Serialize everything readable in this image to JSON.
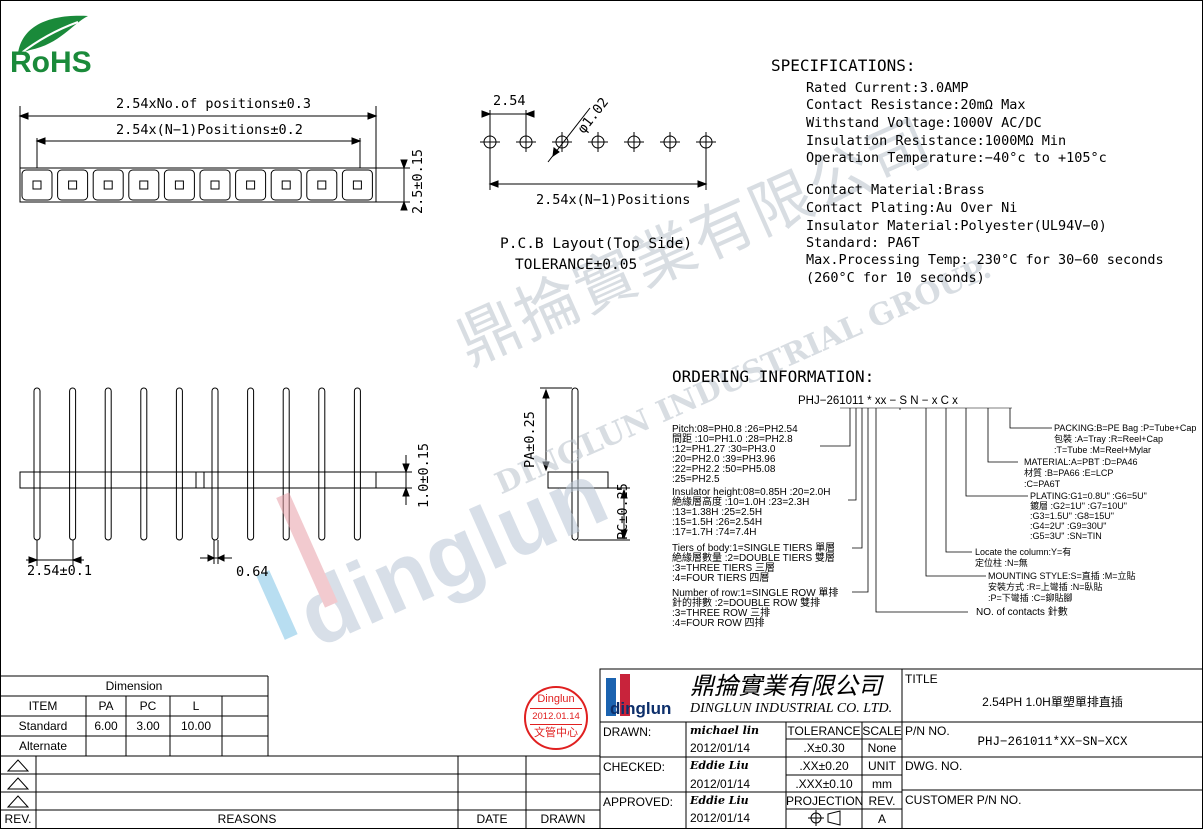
{
  "rohs_logo": {
    "text": "RoHS",
    "icon": "leaf-icon",
    "color": "#1a8a3a"
  },
  "front_view": {
    "overall_dim": "2.54xNo.of  positions±0.3",
    "inner_dim": "2.54x(N−1)Positions±0.2",
    "height_dim": "2.5±0.15"
  },
  "pcb_layout": {
    "pitch": "2.54",
    "hole": "φ1.02",
    "positions": "2.54x(N−1)Positions",
    "title": "P.C.B Layout(Top Side)",
    "tolerance": "TOLERANCE±0.05"
  },
  "side_view": {
    "pitch": "2.54±0.1",
    "pin": "0.64",
    "height": "1.0±0.15",
    "pa": "PA±0.25",
    "pc": "PC±0.25"
  },
  "specifications": {
    "heading": "SPECIFICATIONS:",
    "lines": [
      "Rated  Current:3.0AMP",
      "Contact  Resistance:20mΩ  Max",
      "Withstand  Voltage:1000V  AC/DC",
      "Insulation  Resistance:1000MΩ  Min",
      "Operation  Temperature:−40°c  to  +105°c"
    ],
    "lines2": [
      "Contact  Material:Brass",
      "Contact  Plating:Au  Over  Ni",
      "Insulator  Material:Polyester(UL94V−0)",
      "Standard:           PA6T",
      "Max.Processing  Temp:  230°C  for  30−60  seconds",
      "                      (260°C  for  10  seconds)"
    ]
  },
  "ordering": {
    "heading": "ORDERING  INFORMATION:",
    "code": "PHJ−261011 * xx − S  N − x   C   x",
    "pitch": [
      "Pitch:08=PH0.8  :26=PH2.54",
      "間距  :10=PH1.0  :28=PH2.8",
      "        :12=PH1.27 :30=PH3.0",
      "        :20=PH2.0  :39=PH3.96",
      "        :22=PH2.2  :50=PH5.08",
      "        :25=PH2.5"
    ],
    "height": [
      "Insulator  height:08=0.85H :20=2.0H",
      "絶緣層高度              :10=1.0H   :23=2.3H",
      "                            :13=1.38H :25=2.5H",
      "                            :15=1.5H   :26=2.54H",
      "                            :17=1.7H   :74=7.4H"
    ],
    "tiers": [
      "Tiers  of  body:1=SINGLE  TIERS  單層",
      "絶緣層數量       :2=DOUBLE  TIERS 雙層",
      "                        :3=THREE  TIERS    三層",
      "                        :4=FOUR  TIERS     四層"
    ],
    "rows": [
      "Number  of  row:1=SINGLE  ROW   單排",
      "針的排數          :2=DOUBLE  ROW  雙排",
      "                        :3=THREE  ROW    三排",
      "                        :4=FOUR  ROW      四排"
    ],
    "packing": [
      "PACKING:B=PE  Bag   :P=Tube+Cap",
      "包裝        :A=Tray        :R=Reel+Cap",
      "                :T=Tube       :M=Reel+Mylar"
    ],
    "material": [
      "MATERIAL:A=PBT      :D=PA46",
      "材質          :B=PA66   :E=LCP",
      "                  :C=PA6T"
    ],
    "plating": [
      "PLATING:G1=0.8U\"  :G6=5U\"",
      "鍍層       :G2=1U\"    :G7=10U\"",
      "              :G3=1.5U\"  :G8=15U\"",
      "              :G4=2U\"    :G9=30U\"",
      "              :G5=3U\"    :SN=TIN"
    ],
    "locate": [
      "Locate  the  column:Y=有",
      "定位柱                       :N=無"
    ],
    "mounting": [
      "MOUNTING  STYLE:S=直插   :M=立貼",
      "安裝方式              :R=上彎插 :N=臥貼",
      "                          :P=下彎插 :C=鉚貼腳"
    ],
    "contacts": "NO.  of  contacts 針數"
  },
  "watermark": {
    "chinese": "鼎掄實業有限公司",
    "english": "DINGLUN  INDUSTRIAL  GROUP."
  },
  "dimension_table": {
    "title": "Dimension",
    "headers": [
      "ITEM",
      "PA",
      "PC",
      "L"
    ],
    "rows": [
      [
        "Standard",
        "6.00",
        "3.00",
        "10.00"
      ],
      [
        "Alternate",
        "",
        "",
        ""
      ]
    ]
  },
  "revision": {
    "rev": "REV.",
    "reasons": "REASONS",
    "date": "DATE",
    "drawn": "DRAWN"
  },
  "stamp": {
    "top": "Dinglun",
    "date": "2012.01.14",
    "bottom": "文管中心",
    "color": "#e02020"
  },
  "title_block": {
    "company_cn": "鼎掄實業有限公司",
    "company_en": "DINGLUN  INDUSTRIAL  CO.  LTD.",
    "logo": "dinglun",
    "title_label": "TITLE",
    "title": "2.54PH  1.0H單塑單排直插",
    "pn_label": "P/N  NO.",
    "pn": "PHJ−261011*XX−SN−XCX",
    "dwg_label": "DWG.  NO.",
    "cust_label": "CUSTOMER  P/N  NO.",
    "drawn_label": "DRAWN:",
    "drawn_by": "michael  lin",
    "drawn_date": "2012/01/14",
    "checked_label": "CHECKED:",
    "checked_by": "Eddie  Liu",
    "checked_date": "2012/01/14",
    "approved_label": "APPROVED:",
    "approved_by": "Eddie  Liu",
    "approved_date": "2012/01/14",
    "tolerance_label": "TOLERANCE",
    "tol1": ".X±0.30",
    "tol2": ".XX±0.20",
    "tol3": ".XXX±0.10",
    "scale_label": "SCALE",
    "scale": "None",
    "unit_label": "UNIT",
    "unit": "mm",
    "projection_label": "PROJECTION",
    "rev_label": "REV.",
    "rev": "A"
  }
}
